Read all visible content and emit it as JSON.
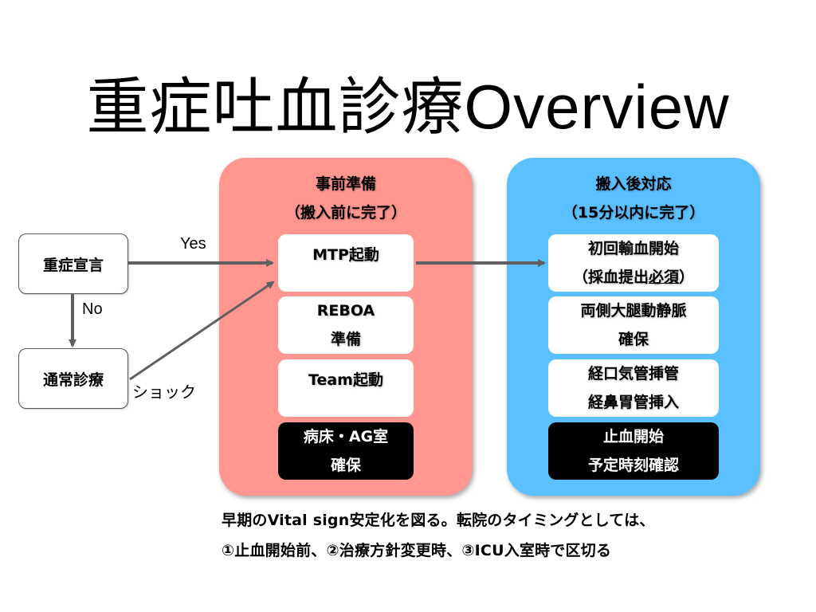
{
  "title": "重症吐血診療Overview",
  "flow_nodes": {
    "declare": "重症宣言",
    "normal": "通常診療"
  },
  "edge_labels": {
    "yes": "Yes",
    "no": "No",
    "shock": "ショック"
  },
  "panel_pre": {
    "heading": "事前準備",
    "subheading": "（搬入前に完了）",
    "color": "#ff9690",
    "steps": [
      {
        "lines": [
          "MTP起動"
        ],
        "style": "white"
      },
      {
        "lines": [
          "REBOA",
          "準備"
        ],
        "style": "white"
      },
      {
        "lines": [
          "Team起動"
        ],
        "style": "white"
      },
      {
        "lines": [
          "病床・AG室",
          "確保"
        ],
        "style": "black"
      }
    ]
  },
  "panel_post": {
    "heading": "搬入後対応",
    "subheading": "（15分以内に完了）",
    "color": "#5bc0ff",
    "steps": [
      {
        "lines": [
          "初回輸血開始",
          "（採血提出",
          "必須",
          "）"
        ],
        "style": "white"
      },
      {
        "lines": [
          "両側大腿動静脈",
          "確保"
        ],
        "style": "white"
      },
      {
        "lines": [
          "経口気管挿管",
          "経鼻胃管挿入"
        ],
        "style": "white"
      },
      {
        "lines": [
          "止血開始",
          "予定時刻確認"
        ],
        "style": "black"
      }
    ]
  },
  "note": {
    "line1": "早期のVital sign安定化を図る。転院のタイミングとしては、",
    "line2": "①止血開始前、②治療方針変更時、③ICU入室時で区切る"
  }
}
